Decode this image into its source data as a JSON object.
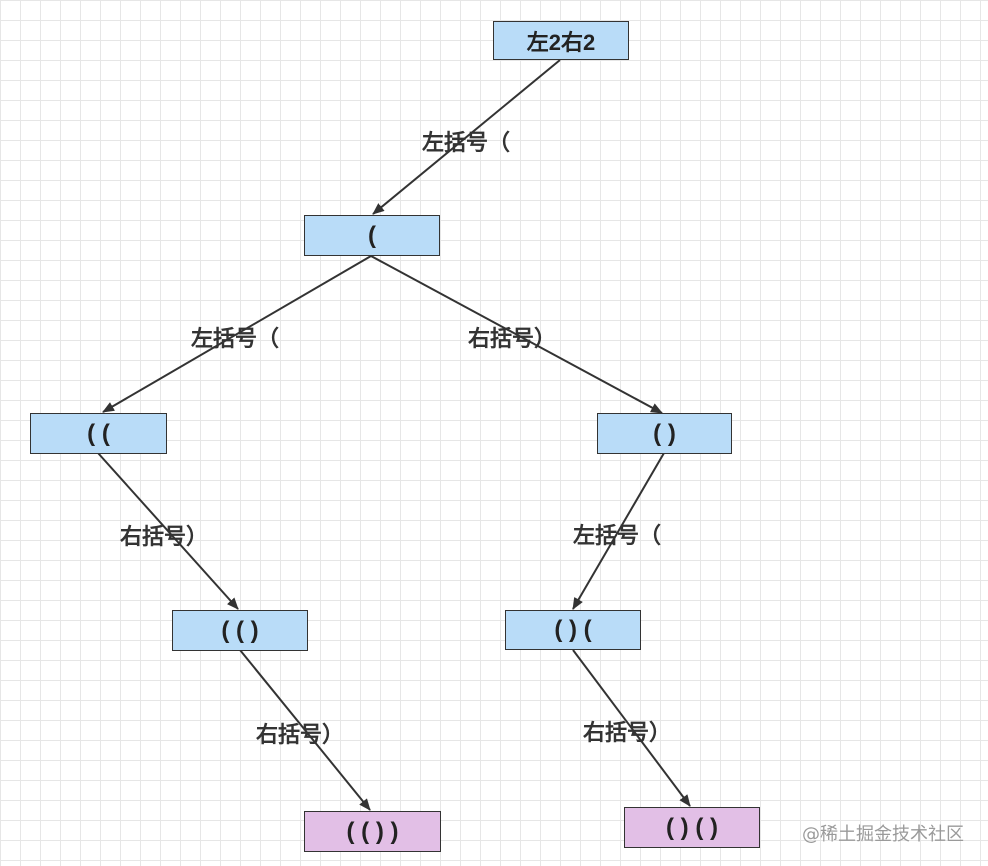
{
  "nodes": {
    "root": "左2右2",
    "n1": "(",
    "n2": "( (",
    "n3": "( )",
    "n4": "( ( )",
    "n5": "( ) (",
    "n6": "( ( ) )",
    "n7": "( ) ( )"
  },
  "edges": {
    "root_n1": "左括号（",
    "n1_n2": "左括号（",
    "n1_n3": "右括号）",
    "n2_n4": "右括号）",
    "n3_n5": "左括号（",
    "n4_n6": "右括号）",
    "n5_n7": "右括号）"
  },
  "watermark": "@稀土掘金技术社区",
  "colors": {
    "node_intermediate": "#b9dcf8",
    "node_final": "#e2bfe6",
    "arrow": "#333333",
    "grid": "#e6e6e6"
  }
}
